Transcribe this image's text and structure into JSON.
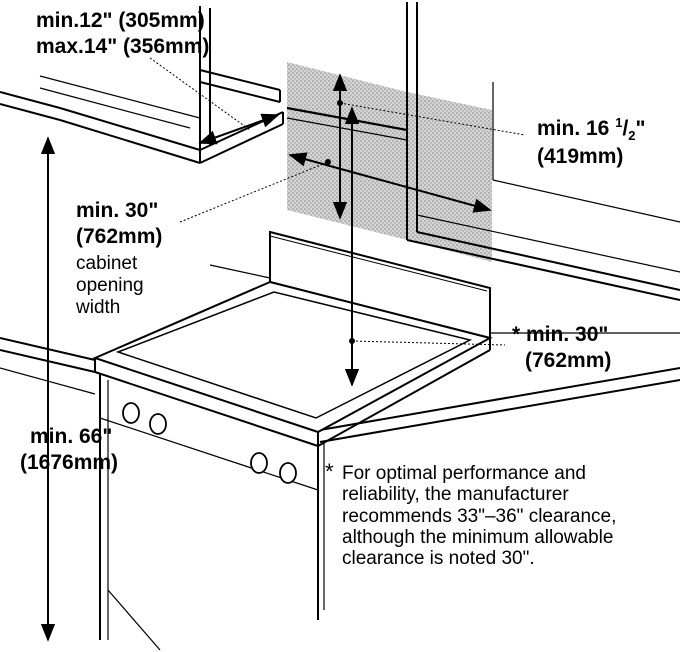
{
  "labels": {
    "top_min": "min.12\" (305mm)",
    "top_max": "max.14\" (356mm)",
    "min16_pre": "min. 16 ",
    "min16_sup": "1",
    "min16_slash": "/",
    "min16_sub": "2",
    "min16_post": "\"",
    "min16_mm": "(419mm)",
    "w_min": "min. 30\"",
    "w_mm": "(762mm)",
    "w_desc_1": "cabinet",
    "w_desc_2": "opening",
    "w_desc_3": "width",
    "clear_min": "* min. 30\"",
    "clear_mm": "(762mm)",
    "h_min": "min. 66\"",
    "h_mm": "(1676mm)"
  },
  "footnote": {
    "asterisk": "*",
    "line1": "For optimal performance and",
    "line2": "reliability, the manufacturer",
    "line3": "recommends 33\"–36\" clearance,",
    "line4": "although the minimum allowable",
    "line5": "clearance is noted 30\"."
  }
}
